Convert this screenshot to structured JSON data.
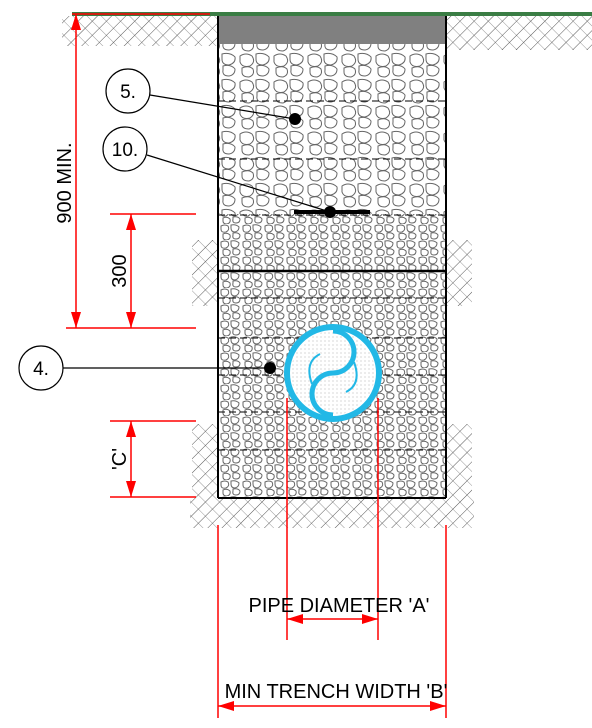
{
  "labels": {
    "min_depth": "900 MIN.",
    "bedding_depth": "300",
    "cover_c": "'C'",
    "pipe_diameter": "PIPE DIAMETER 'A'",
    "trench_width": "MIN TRENCH WIDTH 'B'"
  },
  "callouts": [
    {
      "id": "5",
      "text": "5."
    },
    {
      "id": "10",
      "text": "10."
    },
    {
      "id": "4",
      "text": "4."
    }
  ],
  "colors": {
    "dimension": "#ff0000",
    "ground_line": "#3a7d44",
    "pipe": "#22b8e6",
    "surface_layer": "#808080",
    "linework": "#000000"
  }
}
